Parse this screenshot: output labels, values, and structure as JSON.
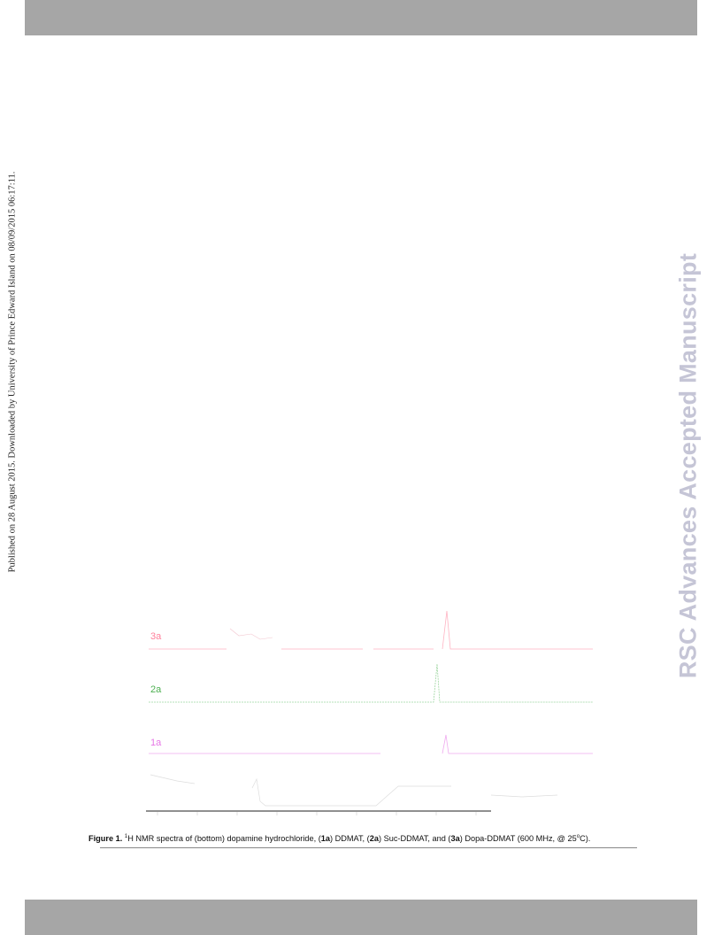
{
  "side_note": "Published on 28 August 2015. Downloaded by University of Prince Edward Island on 08/09/2015 06:17:11.",
  "watermark": "RSC Advances Accepted Manuscript",
  "figure": {
    "spectrum_labels": [
      "3a",
      "2a",
      "1a"
    ],
    "spectrum_colors": {
      "3a": "#ff7f9a",
      "2a": "#4caf50",
      "1a": "#e676e6"
    }
  },
  "caption": {
    "label": "Figure 1.",
    "sup": "1",
    "t1": "H NMR spectra of (bottom) dopamine hydrochloride, (",
    "c1": "1a",
    "t2": ") DDMAT, (",
    "c2": "2a",
    "t3": ") Suc-DDMAT, and (",
    "c3": "3a",
    "t4": ") Dopa-DDMAT (600 MHz, @ 25",
    "deg": "o",
    "t5": "C)."
  }
}
